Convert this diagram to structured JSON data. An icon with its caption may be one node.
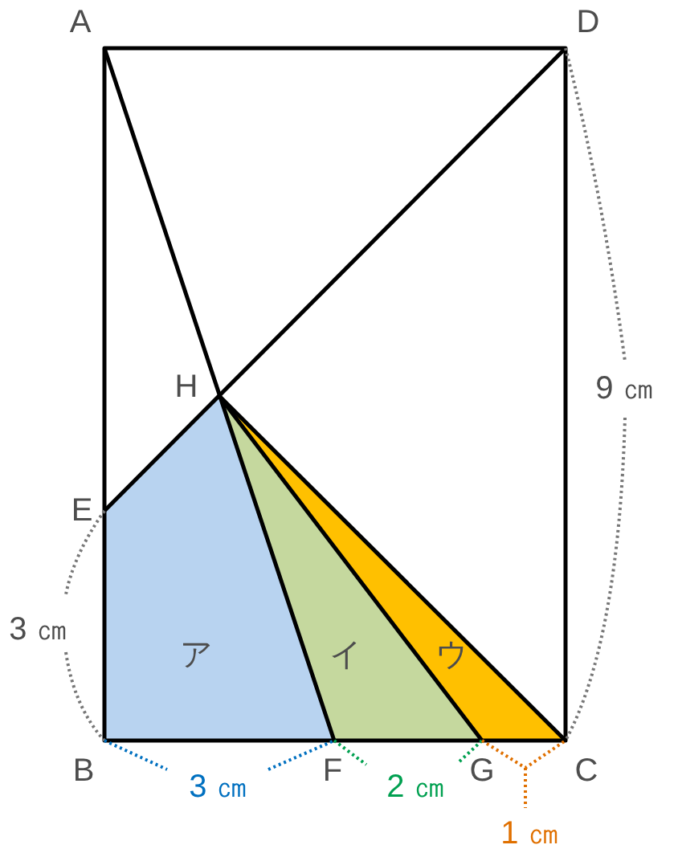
{
  "diagram": {
    "nodes": [
      {
        "text": [
          "ア"
        ]
      },
      {
        "text": [
          "イ"
        ]
      },
      {
        "text": [
          "ウ"
        ]
      }
    ],
    "labels": [
      "A",
      "D",
      "H",
      "9 ㎝",
      "E",
      "3 ㎝",
      "B",
      "3 ㎝",
      "F",
      "2 ㎝",
      "G",
      "C",
      "1 ㎝"
    ]
  }
}
